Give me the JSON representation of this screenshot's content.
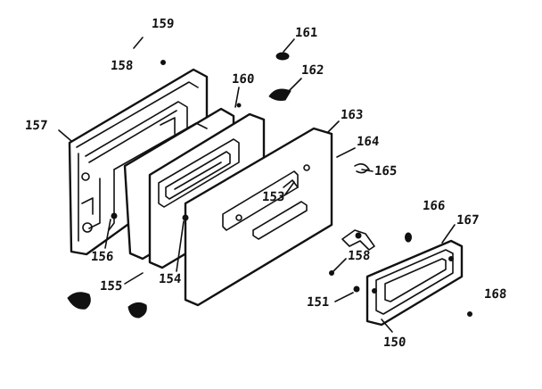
{
  "diagram": {
    "callouts": [
      {
        "id": "159",
        "text": "159"
      },
      {
        "id": "158a",
        "text": "158"
      },
      {
        "id": "161",
        "text": "161"
      },
      {
        "id": "162",
        "text": "162"
      },
      {
        "id": "160",
        "text": "160"
      },
      {
        "id": "157",
        "text": "157"
      },
      {
        "id": "163",
        "text": "163"
      },
      {
        "id": "164",
        "text": "164"
      },
      {
        "id": "165",
        "text": "165"
      },
      {
        "id": "153",
        "text": "153"
      },
      {
        "id": "166",
        "text": "166"
      },
      {
        "id": "167",
        "text": "167"
      },
      {
        "id": "156",
        "text": "156"
      },
      {
        "id": "158b",
        "text": "158"
      },
      {
        "id": "155",
        "text": "155"
      },
      {
        "id": "154",
        "text": "154"
      },
      {
        "id": "151",
        "text": "151"
      },
      {
        "id": "168",
        "text": "168"
      },
      {
        "id": "150",
        "text": "150"
      }
    ],
    "colors": {
      "ink": "#111111",
      "paper": "#ffffff"
    }
  }
}
